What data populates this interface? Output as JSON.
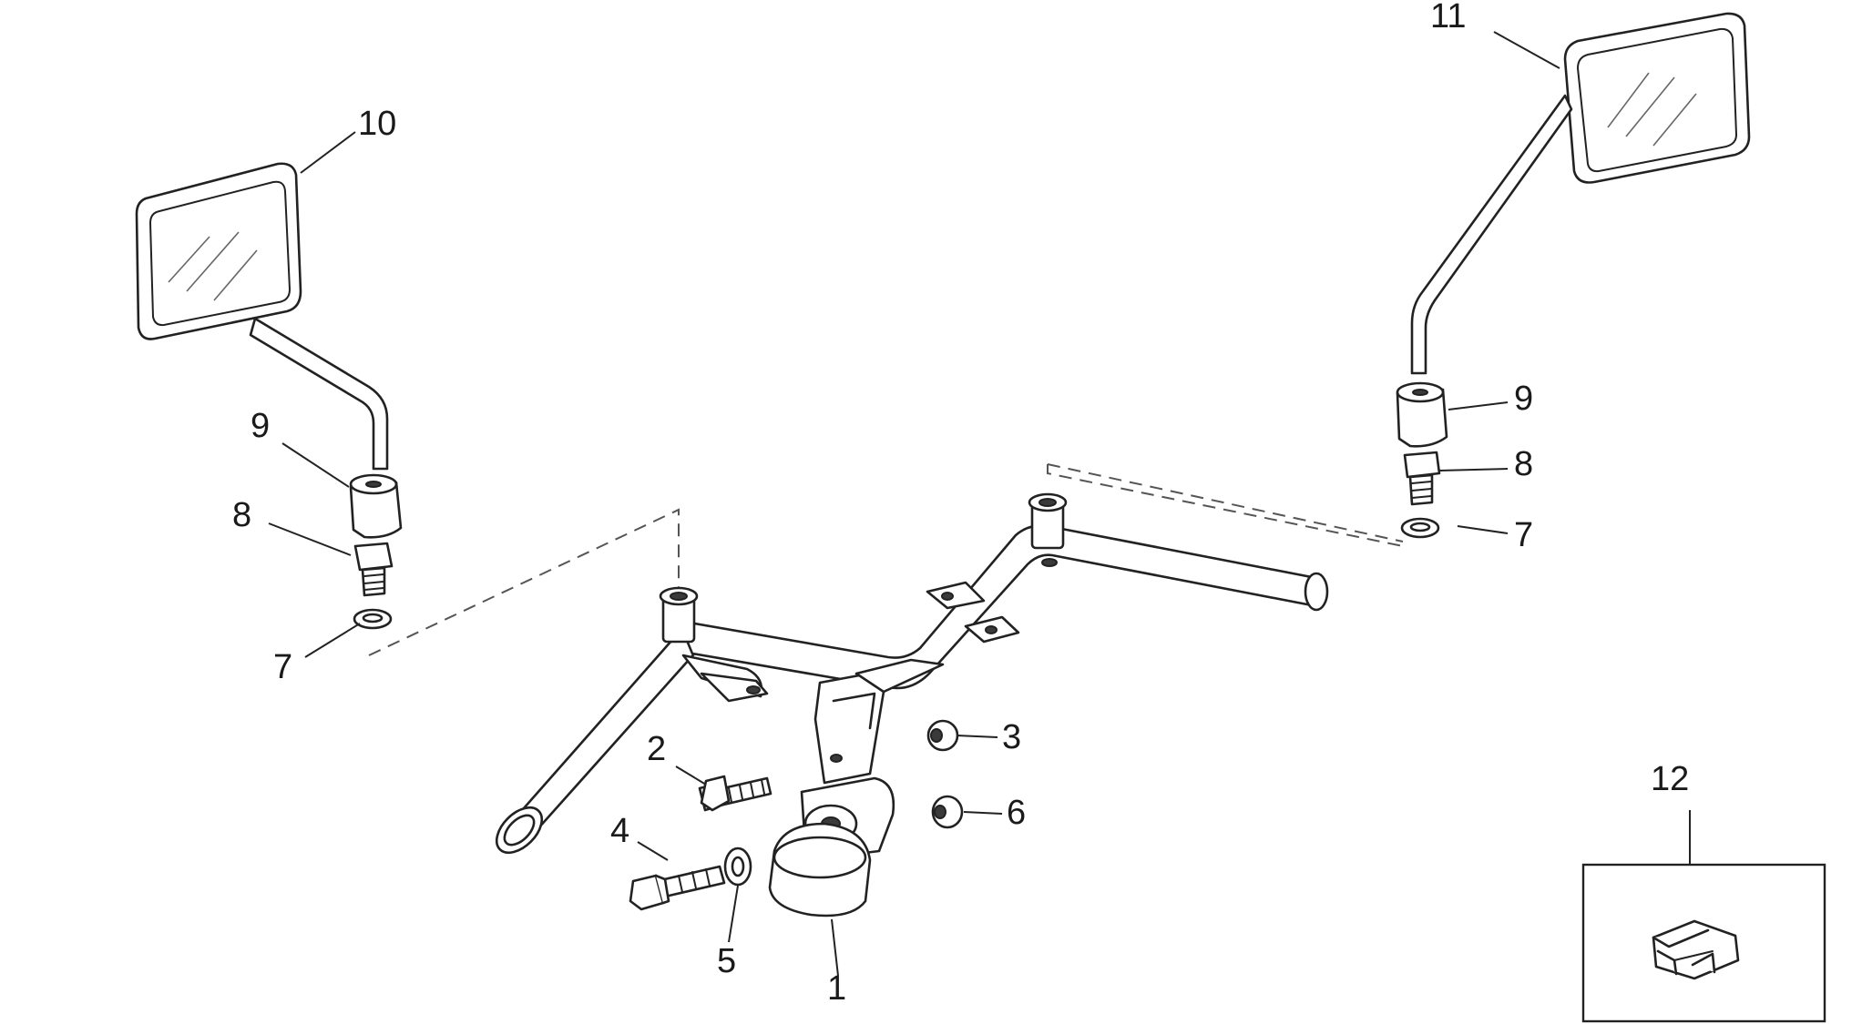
{
  "diagram": {
    "callouts": [
      {
        "id": "c1",
        "label": "1"
      },
      {
        "id": "c2",
        "label": "2"
      },
      {
        "id": "c3",
        "label": "3"
      },
      {
        "id": "c4",
        "label": "4"
      },
      {
        "id": "c5",
        "label": "5"
      },
      {
        "id": "c6",
        "label": "6"
      },
      {
        "id": "c7-left",
        "label": "7"
      },
      {
        "id": "c7-right",
        "label": "7"
      },
      {
        "id": "c8-left",
        "label": "8"
      },
      {
        "id": "c8-right",
        "label": "8"
      },
      {
        "id": "c9-left",
        "label": "9"
      },
      {
        "id": "c9-right",
        "label": "9"
      },
      {
        "id": "c10",
        "label": "10"
      },
      {
        "id": "c11",
        "label": "11"
      },
      {
        "id": "c12",
        "label": "12"
      }
    ]
  },
  "colors": {
    "line": "#222222",
    "background": "#ffffff"
  }
}
